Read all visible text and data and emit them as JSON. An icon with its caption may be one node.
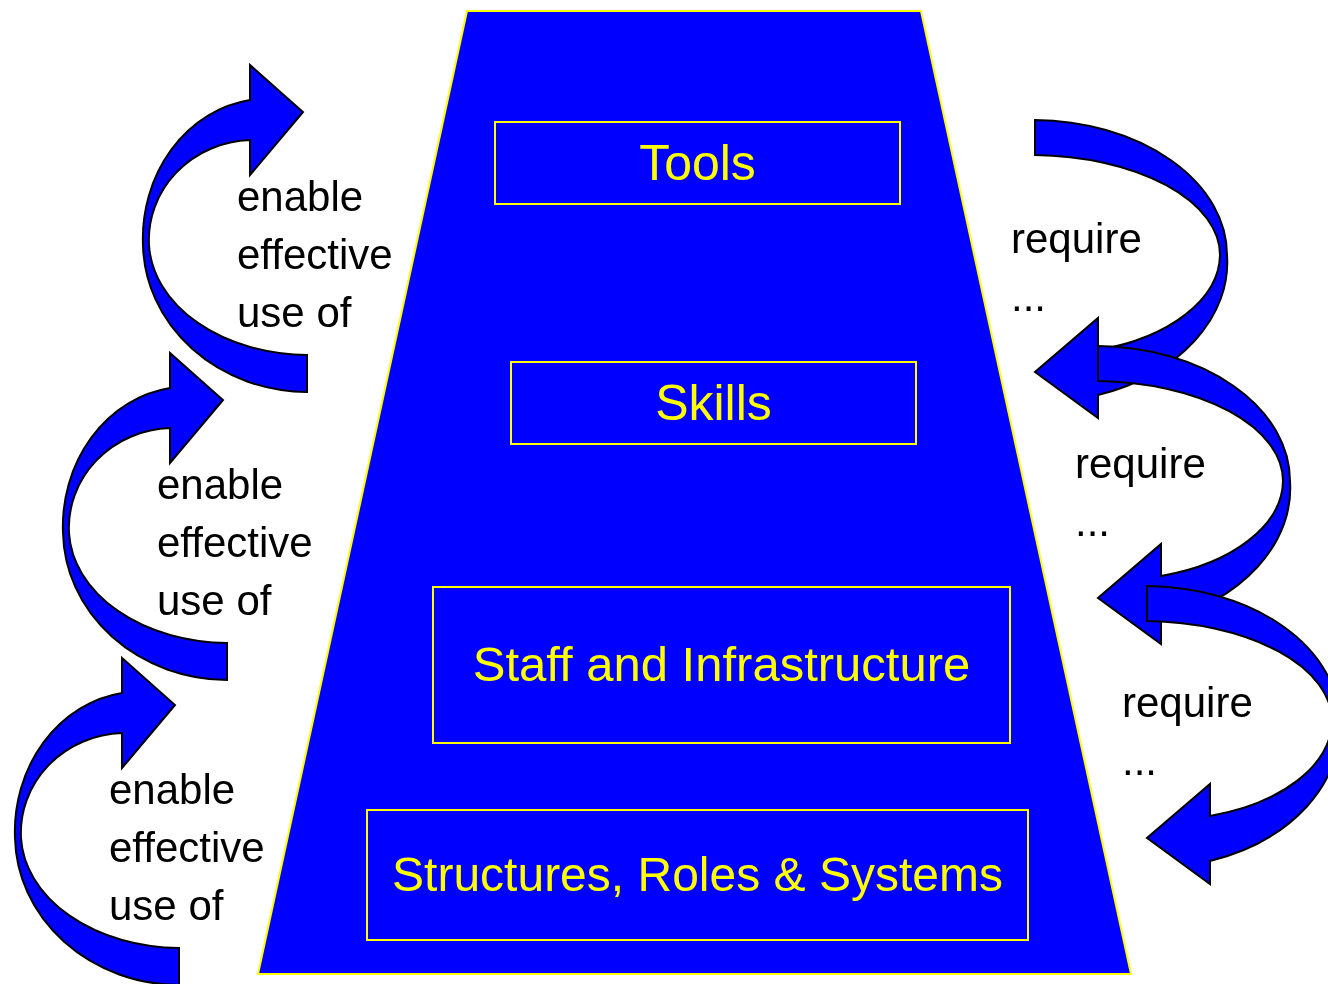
{
  "diagram": {
    "nodes": [
      {
        "text": [],
        "shape": "trapezoid"
      },
      {
        "text": [
          "Tools"
        ],
        "in": 0
      },
      {
        "text": [
          "Skills"
        ],
        "in": 0
      },
      {
        "text": [
          "Staff and Infrastructure"
        ],
        "in": 0
      },
      {
        "text": [
          "Structures, Roles & Systems"
        ],
        "in": 0
      }
    ],
    "labels": [
      "enable effective use of",
      "require ...",
      "enable effective use of",
      "require ...",
      "require ...",
      "enable effective use of"
    ]
  }
}
